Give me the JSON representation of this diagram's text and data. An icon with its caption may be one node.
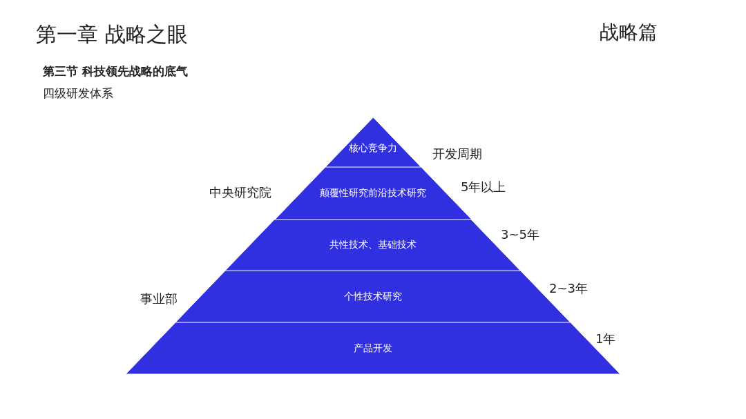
{
  "diagram": {
    "title": "第一章 战略之眼",
    "nodes": [
      {
        "text": [
          "核心竞争力"
        ]
      },
      {
        "text": [
          "颠覆性研究前沿技术研究"
        ]
      },
      {
        "text": [
          "共性技术、基础技术"
        ]
      },
      {
        "text": [
          "个性技术研究"
        ]
      },
      {
        "text": [
          "产品开发"
        ]
      }
    ],
    "labels": [
      "战略篇",
      "第三节  科技领先战略的底气",
      "四级研发体系",
      "开发周期",
      "中央研究院",
      "5年以上",
      "3~5年",
      "事业部",
      "2~3年",
      "1年"
    ]
  }
}
